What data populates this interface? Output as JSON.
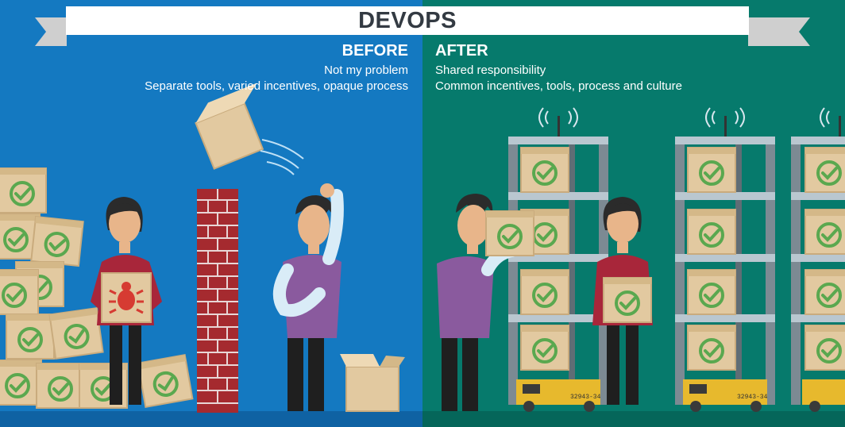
{
  "title": "DEVOPS",
  "before": {
    "heading": "BEFORE",
    "lines": [
      "Not my problem",
      "Separate tools, varied incentives, opaque process"
    ]
  },
  "after": {
    "heading": "AFTER",
    "lines": [
      "Shared responsibility",
      "Common incentives, tools, process and culture"
    ]
  },
  "robot_labels": [
    "32943-34",
    "32943-34"
  ],
  "colors": {
    "before_bg": "#1479c1",
    "after_bg": "#067a6c",
    "box": "#e2c9a0",
    "check": "#5aa84f",
    "brick": "#a52a2f",
    "shirt": "#8a5a9e",
    "rack": "#7c8a93",
    "robot": "#e7b92d"
  }
}
